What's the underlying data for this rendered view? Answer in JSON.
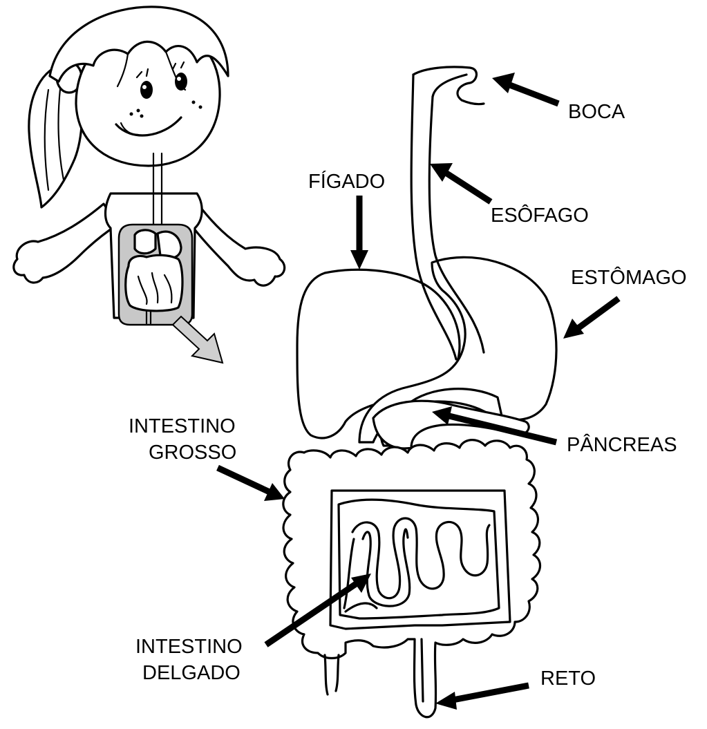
{
  "labels": {
    "boca": "BOCA",
    "figado": "FÍGADO",
    "esofago": "ESÔFAGO",
    "estomago": "ESTÔMAGO",
    "intestino_grosso_1": "INTESTINO",
    "intestino_grosso_2": "GROSSO",
    "pancreas": "PÂNCREAS",
    "intestino_delgado_1": "INTESTINO",
    "intestino_delgado_2": "DELGADO",
    "reto": "RETO"
  },
  "colors": {
    "ink": "#000000",
    "panel_gray": "#c8c8c8",
    "pointer_gray": "#cfcfcf"
  }
}
